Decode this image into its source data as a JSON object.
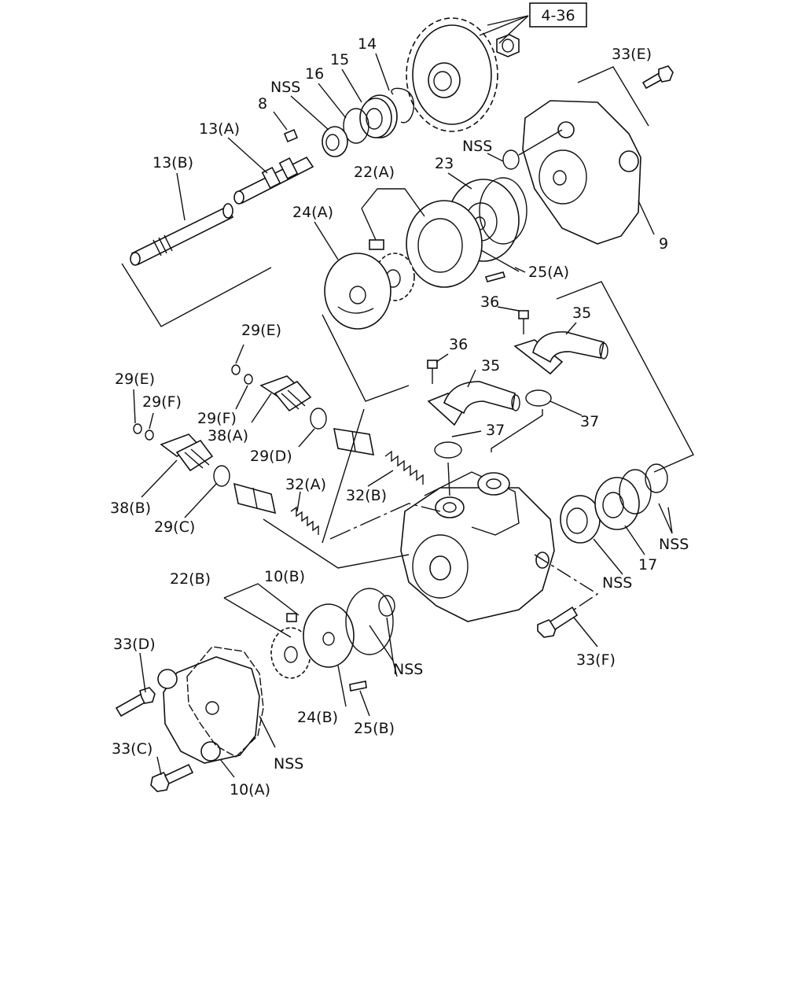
{
  "ref_box": "4-36",
  "labels": {
    "nss": "NSS",
    "p8": "8",
    "p9": "9",
    "p10a": "10(A)",
    "p10b": "10(B)",
    "p13a": "13(A)",
    "p13b": "13(B)",
    "p14": "14",
    "p15": "15",
    "p16": "16",
    "p17": "17",
    "p22a": "22(A)",
    "p22b": "22(B)",
    "p23": "23",
    "p24a": "24(A)",
    "p24b": "24(B)",
    "p25a": "25(A)",
    "p25b": "25(B)",
    "p29c": "29(C)",
    "p29d": "29(D)",
    "p29e": "29(E)",
    "p29f": "29(F)",
    "p32a": "32(A)",
    "p32b": "32(B)",
    "p33c": "33(C)",
    "p33d": "33(D)",
    "p33e": "33(E)",
    "p33f": "33(F)",
    "p35": "35",
    "p36": "36",
    "p37": "37",
    "p38a": "38(A)",
    "p38b": "38(B)"
  }
}
